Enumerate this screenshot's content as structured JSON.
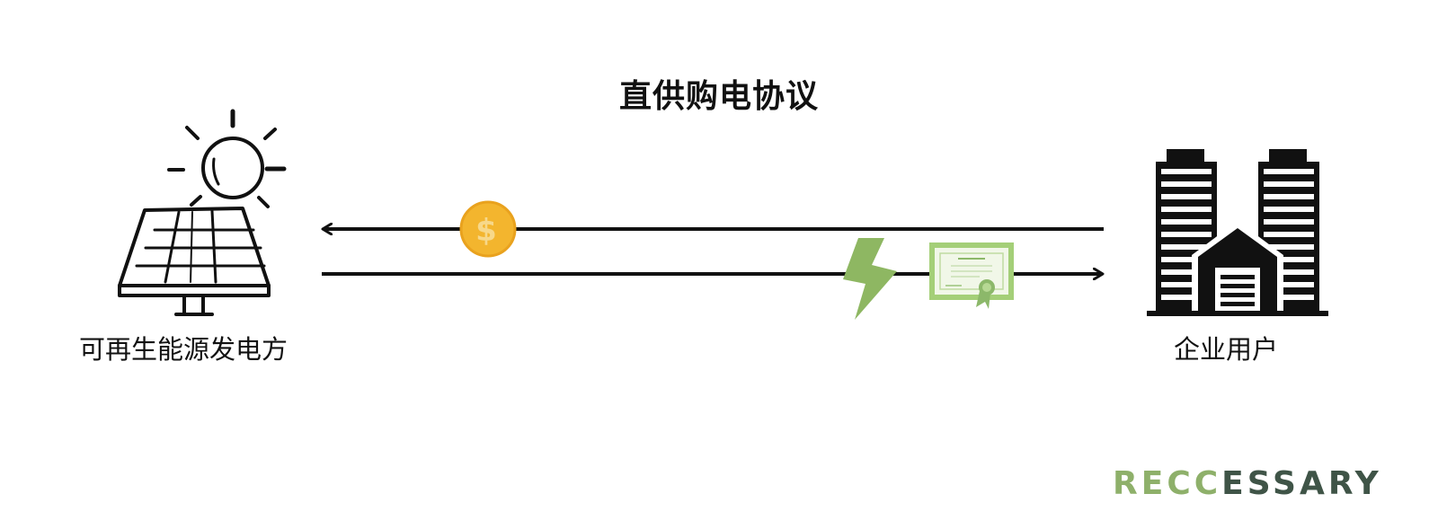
{
  "diagram": {
    "title": "直供购电协议",
    "parties": {
      "seller_label": "可再生能源发电方",
      "buyer_label": "企业用户"
    },
    "flows": {
      "payment_direction": "企业用户 → 可再生能源发电方",
      "delivery_direction": "可再生能源发电方 → 企业用户"
    },
    "icons": {
      "seller": "solar-panel-with-sun",
      "buyer": "office-buildings",
      "payment": "dollar-coin",
      "electricity": "lightning-bolt",
      "certificate": "green-certificate"
    },
    "colors": {
      "coin": "#f3b52e",
      "bolt": "#8eb762",
      "certificate": "#a4cf78",
      "brand_green": "#8eb06a",
      "brand_dark": "#3f5447"
    }
  },
  "brand": {
    "part1": "RECC",
    "part2": "ESSARY"
  }
}
